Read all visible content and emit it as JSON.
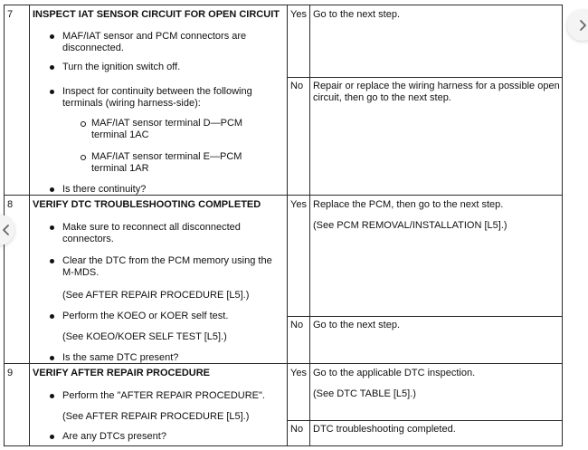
{
  "rows": [
    {
      "step": "7",
      "title": "INSPECT IAT SENSOR CIRCUIT FOR OPEN CIRCUIT",
      "bullets": [
        [
          "MAF/IAT sensor and PCM connectors are",
          "disconnected."
        ],
        [
          "Turn the ignition switch off."
        ],
        [
          "Inspect for continuity between the following",
          "terminals (wiring harness-side):"
        ]
      ],
      "subs": [
        [
          "MAF/IAT sensor terminal D—PCM",
          "terminal 1AC"
        ],
        [
          "MAF/IAT sensor terminal E—PCM",
          "terminal 1AR"
        ]
      ],
      "question": "Is there continuity?",
      "yes_label": "Yes",
      "yes_action": "Go to the next step.",
      "no_label": "No",
      "no_action": [
        "Repair or replace the wiring harness for a possible open",
        "circuit, then go to the next step."
      ]
    },
    {
      "step": "8",
      "title": "VERIFY DTC TROUBLESHOOTING COMPLETED",
      "bullets": [
        [
          "Make sure to reconnect all disconnected",
          "connectors."
        ],
        [
          "Clear the DTC from the PCM memory using the",
          "M-MDS."
        ],
        [
          "Perform the KOEO or KOER self test."
        ]
      ],
      "refs": [
        "(See AFTER REPAIR PROCEDURE [L5].)",
        "(See KOEO/KOER SELF TEST [L5].)"
      ],
      "question": "Is the same DTC present?",
      "yes_label": "Yes",
      "yes_action": "Replace the PCM, then go to the next step.",
      "yes_ref": "(See PCM REMOVAL/INSTALLATION [L5].)",
      "no_label": "No",
      "no_action": "Go to the next step."
    },
    {
      "step": "9",
      "title": "VERIFY AFTER REPAIR PROCEDURE",
      "bullets": [
        [
          "Perform the \"AFTER REPAIR PROCEDURE\"."
        ]
      ],
      "refs": [
        "(See AFTER REPAIR PROCEDURE [L5].)"
      ],
      "question": "Are any DTCs present?",
      "yes_label": "Yes",
      "yes_action": "Go to the applicable DTC inspection.",
      "yes_ref": "(See DTC TABLE [L5].)",
      "no_label": "No",
      "no_action": "DTC troubleshooting completed."
    }
  ],
  "icons": {
    "next": "chevron-right-icon",
    "prev": "chevron-left-icon"
  }
}
